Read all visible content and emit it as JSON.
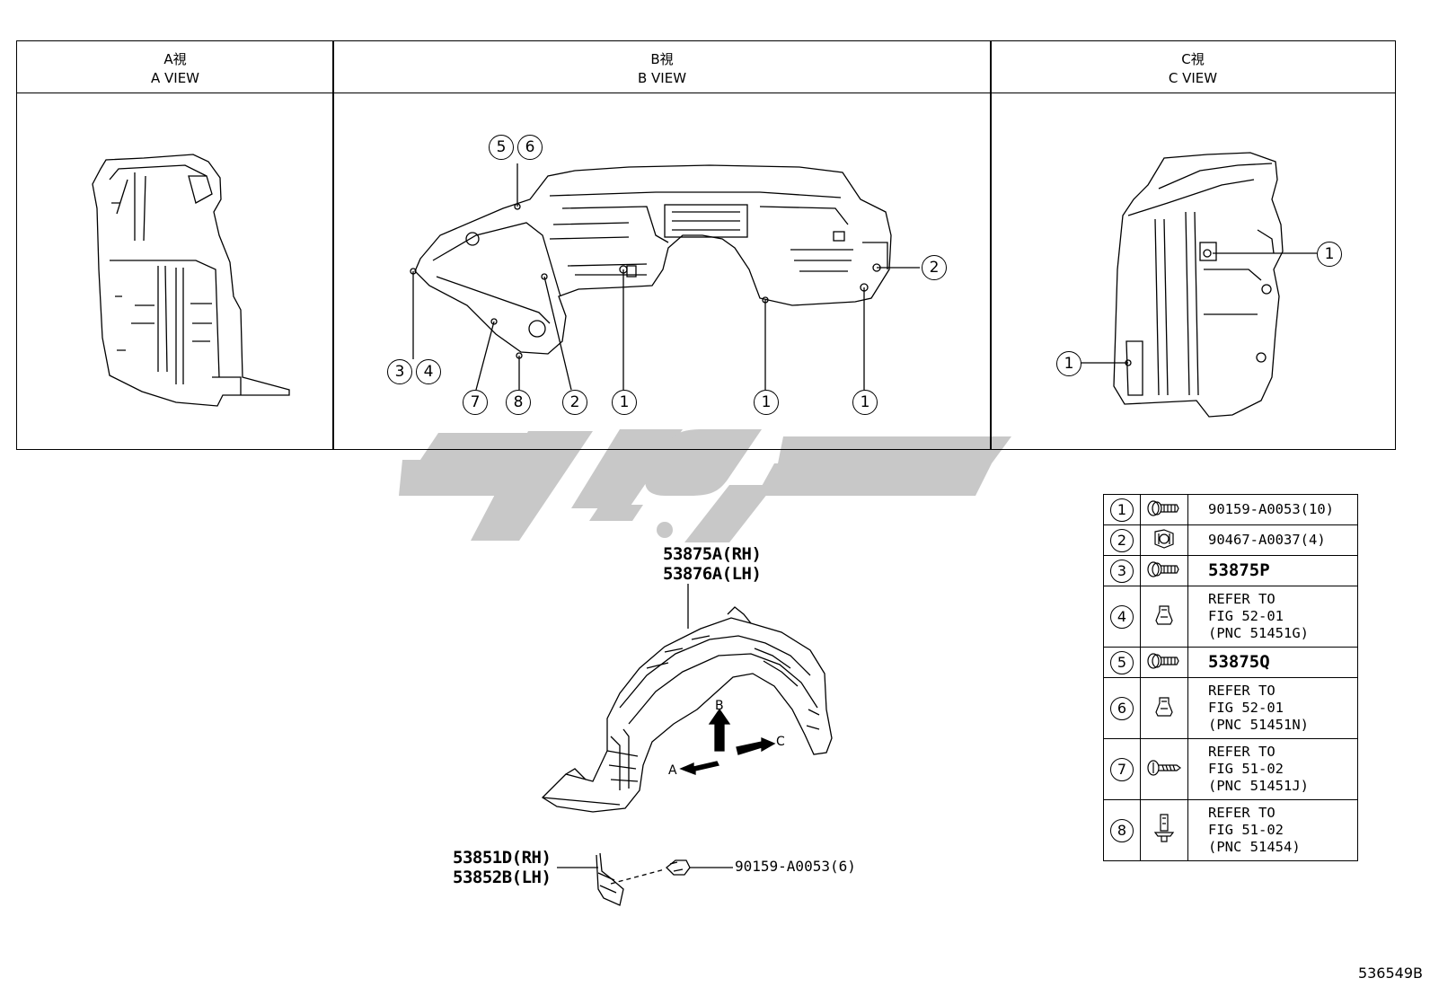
{
  "views": [
    {
      "jp": "A視",
      "en": "A VIEW"
    },
    {
      "jp": "B視",
      "en": "B VIEW"
    },
    {
      "jp": "C視",
      "en": "C VIEW"
    }
  ],
  "callouts": {
    "b_view_top": [
      "5",
      "6"
    ],
    "b_view_right": "2",
    "b_view_bottom": [
      "3",
      "4",
      "7",
      "8",
      "2",
      "1",
      "1",
      "1"
    ],
    "c_view": [
      "1",
      "1"
    ]
  },
  "main_part": {
    "line1": "53875A(RH)",
    "line2": "53876A(LH)"
  },
  "sub_part": {
    "line1": "53851D(RH)",
    "line2": "53852B(LH)",
    "bolt": "90159-A0053(6)"
  },
  "direction_arrows": {
    "a": "A",
    "b": "B",
    "c": "C"
  },
  "legend": [
    {
      "num": "1",
      "icon": "bolt-icon",
      "part": "90159-A0053(10)"
    },
    {
      "num": "2",
      "icon": "nut-icon",
      "part": "90467-A0037(4)"
    },
    {
      "num": "3",
      "icon": "bolt-icon",
      "part": "53875P"
    },
    {
      "num": "4",
      "icon": "clip-icon",
      "part": "REFER TO\nFIG 52-01\n(PNC 51451G)"
    },
    {
      "num": "5",
      "icon": "bolt-icon",
      "part": "53875Q"
    },
    {
      "num": "6",
      "icon": "clip-icon",
      "part": "REFER TO\nFIG 52-01\n(PNC 51451N)"
    },
    {
      "num": "7",
      "icon": "screw-icon",
      "part": "REFER TO\nFIG 51-02\n(PNC 51451J)"
    },
    {
      "num": "8",
      "icon": "push-rivet-icon",
      "part": "REFER TO\nFIG 51-02\n(PNC 51454)"
    }
  ],
  "doc_code": "536549B",
  "colors": {
    "line": "#000000",
    "watermark": "#c8c8c8"
  }
}
